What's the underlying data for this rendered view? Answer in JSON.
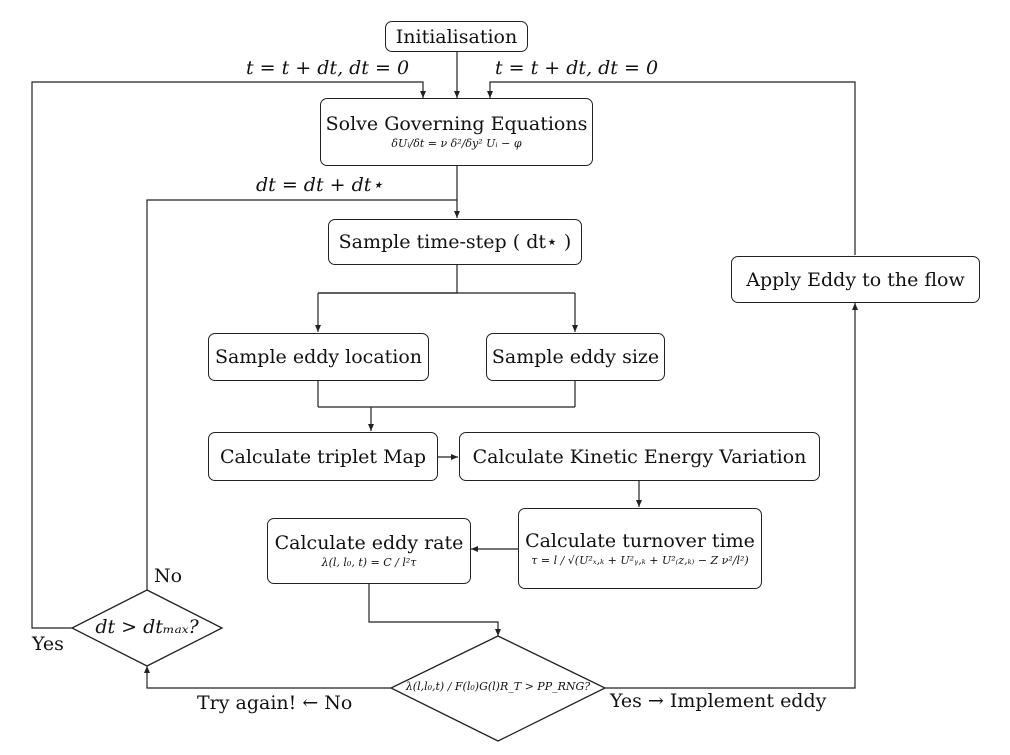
{
  "nodes": {
    "init": "Initialisation",
    "solve": {
      "title": "Solve Governing Equations",
      "formula": "δUᵢ/δt = ν δ²/δy² Uᵢ − φ"
    },
    "sample_dt": "Sample time-step ( dt⋆ )",
    "apply": "Apply Eddy to the flow",
    "sample_loc": "Sample eddy location",
    "sample_size": "Sample eddy size",
    "triplet": "Calculate triplet Map",
    "kinetic": "Calculate Kinetic Energy Variation",
    "rate": {
      "title": "Calculate eddy rate",
      "formula": "λ(l, l₀, t) = C / l²τ"
    },
    "turnover": {
      "title": "Calculate turnover time",
      "formula": "τ = l / √(U²ₓ,ₖ + U²ᵧ,ₖ + U²₍z,ₖ₎ − Z ν²/l²)"
    },
    "decision_dt": "dt > dtₘₐₓ?",
    "decision_eddy": "λ(l,l₀,t) / F(l₀)G(l)R_T > PP_RNG?"
  },
  "labels": {
    "loop_left": "t = t + dt, dt = 0",
    "loop_right": "t = t + dt, dt = 0",
    "dt_update": "dt = dt + dt⋆",
    "no_top": "No",
    "yes_left": "Yes",
    "try_again": "Try again! ← No",
    "implement": "Yes → Implement eddy"
  }
}
